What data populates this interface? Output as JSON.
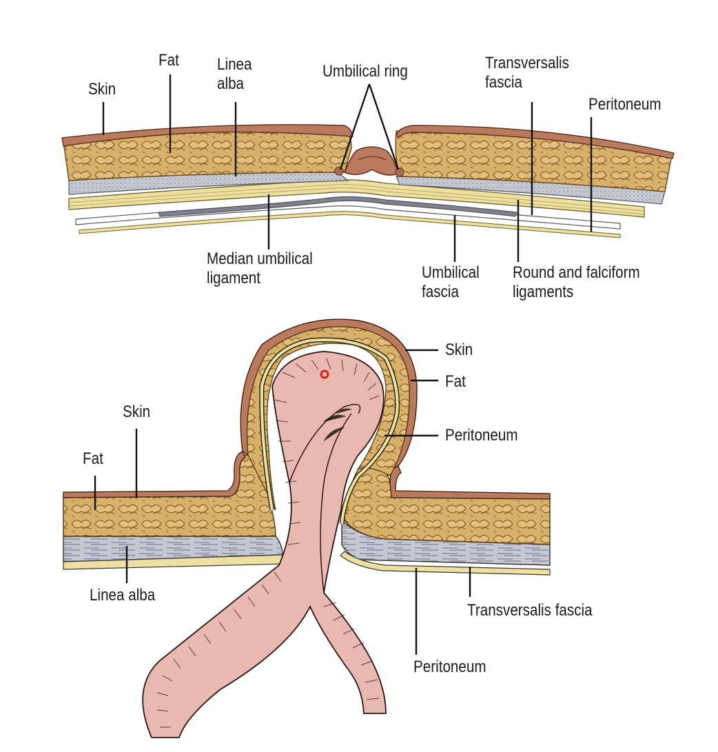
{
  "top_panel": {
    "labels": {
      "skin": "Skin",
      "fat": "Fat",
      "linea_alba": "Linea\nalba",
      "umbilical_ring": "Umbilical ring",
      "transversalis_fascia": "Transversalis\nfascia",
      "peritoneum": "Peritoneum",
      "median_umbilical_ligament": "Median umbilical\nligament",
      "umbilical_fascia": "Umbilical\nfascia",
      "round_falciform": "Round and falciform\nligaments"
    }
  },
  "bottom_panel": {
    "labels": {
      "skin_right": "Skin",
      "fat_right": "Fat",
      "peritoneum_right": "Peritoneum",
      "skin_left": "Skin",
      "fat_left": "Fat",
      "linea_alba": "Linea alba",
      "transversalis_fascia": "Transversalis fascia",
      "peritoneum_bottom": "Peritoneum"
    }
  },
  "colors": {
    "skin": "#b97a5e",
    "fat": "#d9b06a",
    "fat_dark": "#8a6a2e",
    "linea_alba": "#c3c8d2",
    "fascia_yellow": "#eee0a0",
    "intestine": "#e8b9b0",
    "marker": "#e02020"
  }
}
